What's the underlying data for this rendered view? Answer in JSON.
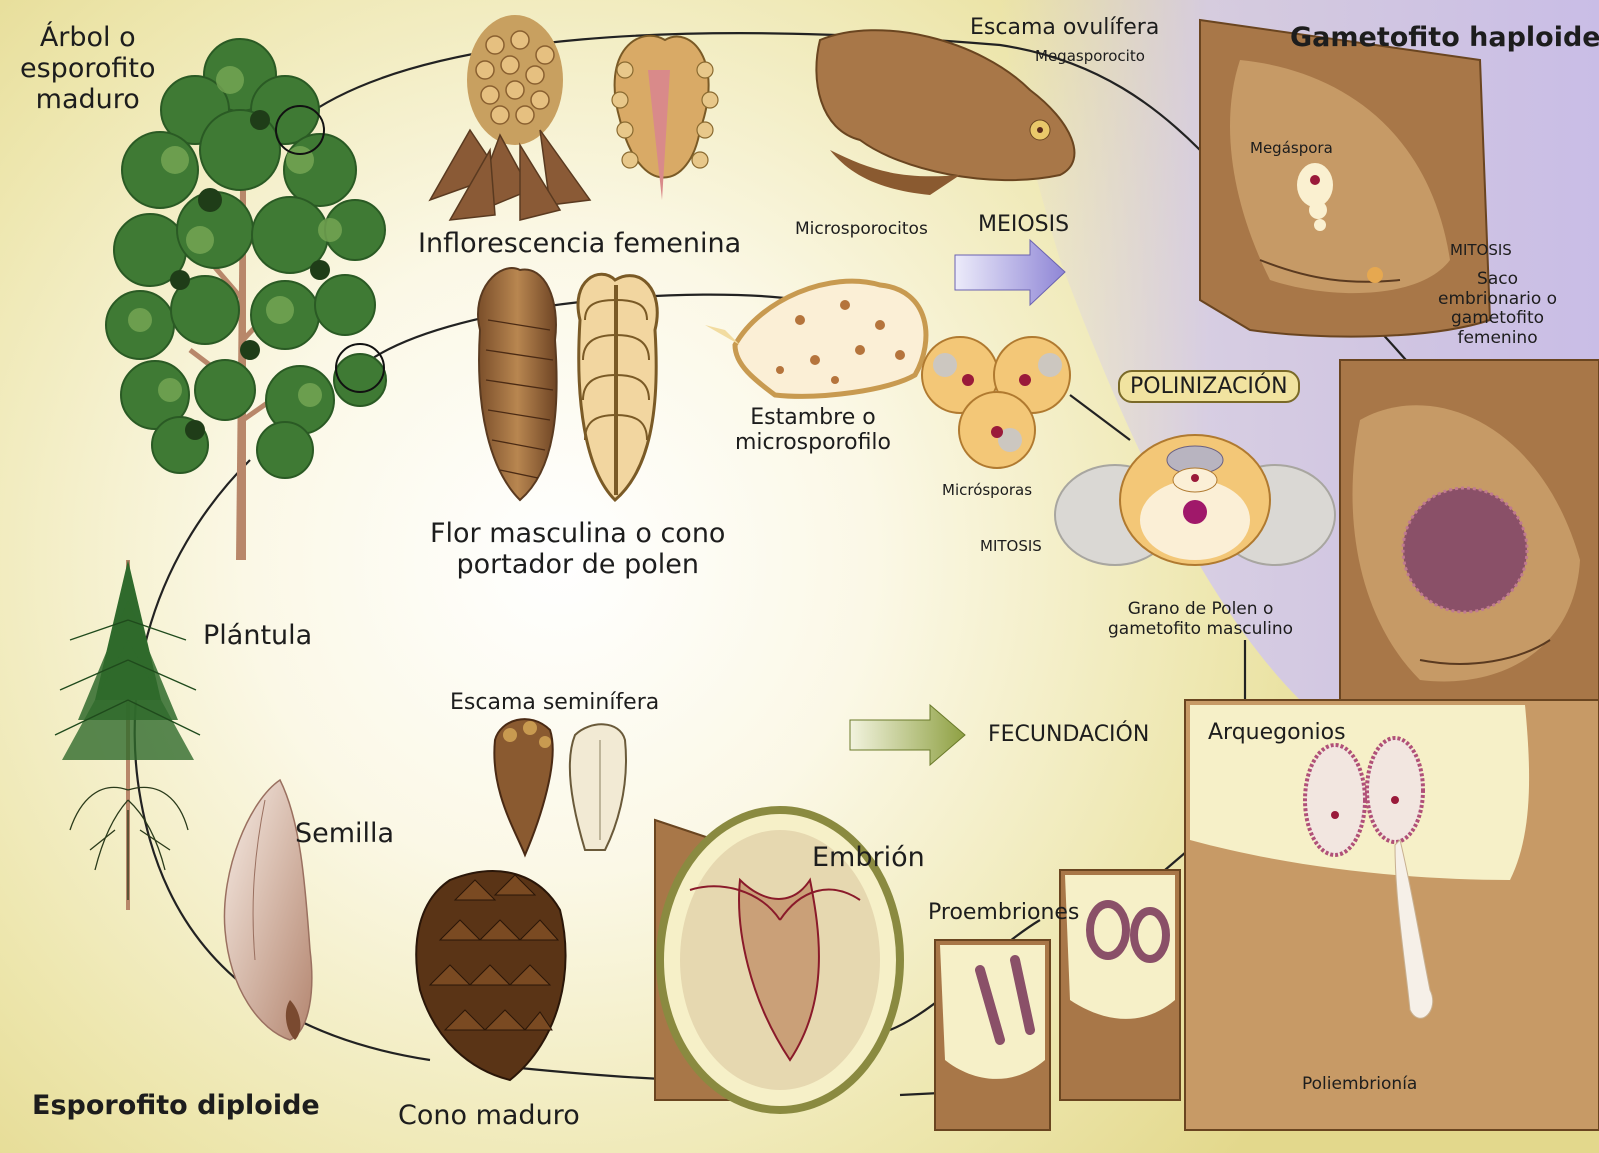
{
  "labels": {
    "tree": [
      "Árbol o",
      "esporofito",
      "maduro"
    ],
    "gametofito_haploide": "Gametofito haploide",
    "escama_ovulifera": "Escama ovulífera",
    "megasporocito": "Megasporocito",
    "megaspora": "Megáspora",
    "inflorescencia_femenina": "Inflorescencia femenina",
    "microsporocitos": "Microsporocitos",
    "meiosis": "MEIOSIS",
    "mitosis_top": "MITOSIS",
    "saco": [
      "Saco",
      "embrionario o",
      "gametofito",
      "femenino"
    ],
    "estambre": [
      "Estambre o",
      "microsporofilo"
    ],
    "polinizacion": "POLINIZACIÓN",
    "microsporas": "Micrósporas",
    "mitosis_mid": "MITOSIS",
    "flor_masculina": [
      "Flor masculina o cono",
      "portador de polen"
    ],
    "grano_polen": [
      "Grano de Polen o",
      "gametofito masculino"
    ],
    "plantula": "Plántula",
    "escama_seminifera": "Escama seminífera",
    "fecundacion": "FECUNDACIÓN",
    "arquegonios": "Arquegonios",
    "semilla": "Semilla",
    "embrion": "Embrión",
    "proembriones": "Proembriones",
    "poliembrionia": "Poliembrionía",
    "esporofito_diploide": "Esporofito diploide",
    "cono_maduro": "Cono maduro"
  },
  "colors": {
    "diploid_bg": "#e9e2a6",
    "haploid_bg": "#cfc3e8",
    "center_bg": "#ffffff",
    "brown": "#9a6a3a",
    "tan": "#c8a070",
    "foliage": "#3f7a34",
    "arrow_meiosis": "#9a90d8",
    "arrow_fecundacion": "#9aac52",
    "nucleus": "#9a1a3a"
  }
}
